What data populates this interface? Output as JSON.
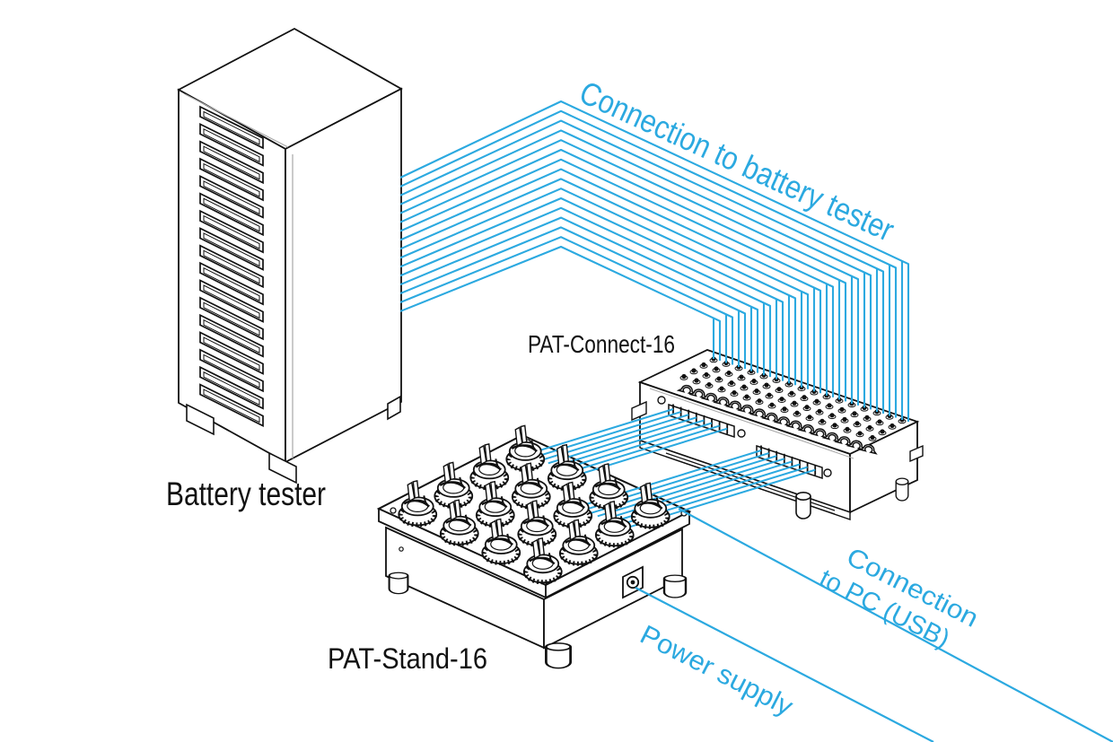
{
  "colors": {
    "accent": "#2BA9E0",
    "ink": "#111111",
    "detail_gray": "#A8A8A8"
  },
  "devices": {
    "battery_tester": {
      "label": "Battery tester",
      "slots": 17
    },
    "pat_connect": {
      "label": "PAT-Connect-16",
      "channels": 16
    },
    "pat_stand": {
      "label": "PAT-Stand-16",
      "cells": 16,
      "cell_rows": 4,
      "cell_cols": 4
    }
  },
  "connections": {
    "battery": {
      "label": "Connection to battery tester",
      "cables": 16
    },
    "stand_to_connect": {
      "bundles": 2,
      "cables_per_bundle": 8
    },
    "pc": {
      "line1": "Connection",
      "line2": "to PC (USB)"
    },
    "power": {
      "label": "Power supply"
    }
  }
}
